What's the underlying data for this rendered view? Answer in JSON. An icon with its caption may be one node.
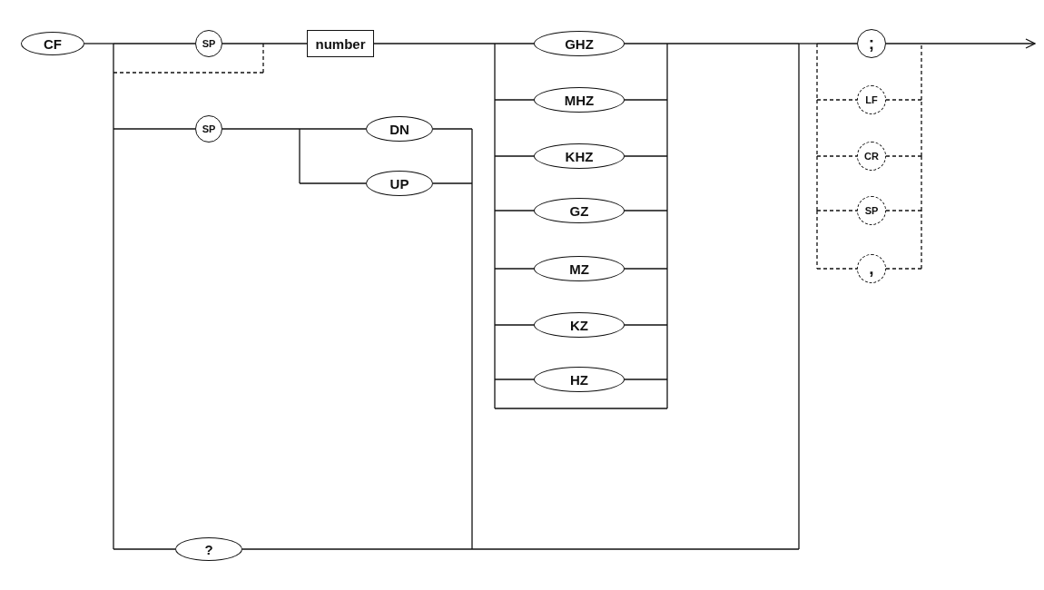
{
  "diagram": {
    "nodes": [
      {
        "text": [
          "CF"
        ]
      },
      {
        "text": [
          "SP"
        ]
      },
      {
        "text": [
          "number"
        ]
      },
      {
        "text": [
          "GHZ"
        ]
      },
      {
        "text": [
          "MHZ"
        ]
      },
      {
        "text": [
          "KHZ"
        ]
      },
      {
        "text": [
          "GZ"
        ]
      },
      {
        "text": [
          "MZ"
        ]
      },
      {
        "text": [
          "KZ"
        ]
      },
      {
        "text": [
          "HZ"
        ]
      },
      {
        "text": [
          ";"
        ]
      },
      {
        "text": [
          "LF"
        ]
      },
      {
        "text": [
          "CR"
        ]
      },
      {
        "text": [
          "SP"
        ]
      },
      {
        "text": [
          ","
        ]
      },
      {
        "text": [
          "SP"
        ]
      },
      {
        "text": [
          "DN"
        ]
      },
      {
        "text": [
          "UP"
        ]
      },
      {
        "text": [
          "?"
        ]
      }
    ],
    "edges": [
      {
        "from": 0,
        "to": 1,
        "arrow": "none"
      },
      {
        "from": 0,
        "to": 2,
        "arrow": "none",
        "style": "dashed"
      },
      {
        "from": 0,
        "to": 15,
        "arrow": "none"
      },
      {
        "from": 0,
        "to": 18,
        "arrow": "none"
      },
      {
        "from": 1,
        "to": 2,
        "arrow": "none"
      },
      {
        "from": 2,
        "to": 3,
        "arrow": "none"
      },
      {
        "from": 2,
        "to": 4,
        "arrow": "none"
      },
      {
        "from": 2,
        "to": 5,
        "arrow": "none"
      },
      {
        "from": 2,
        "to": 6,
        "arrow": "none"
      },
      {
        "from": 2,
        "to": 7,
        "arrow": "none"
      },
      {
        "from": 2,
        "to": 8,
        "arrow": "none"
      },
      {
        "from": 2,
        "to": 9,
        "arrow": "none"
      },
      {
        "from": 2,
        "to": 10,
        "arrow": "none"
      },
      {
        "from": 2,
        "to": 11,
        "arrow": "none"
      },
      {
        "from": 2,
        "to": 12,
        "arrow": "none"
      },
      {
        "from": 2,
        "to": 13,
        "arrow": "none"
      },
      {
        "from": 2,
        "to": 14,
        "arrow": "none"
      },
      {
        "from": 3,
        "to": 10,
        "arrow": "none"
      },
      {
        "from": 3,
        "to": 11,
        "arrow": "none"
      },
      {
        "from": 3,
        "to": 12,
        "arrow": "none"
      },
      {
        "from": 3,
        "to": 13,
        "arrow": "none"
      },
      {
        "from": 3,
        "to": 14,
        "arrow": "none"
      },
      {
        "from": 4,
        "to": 10,
        "arrow": "none"
      },
      {
        "from": 4,
        "to": 11,
        "arrow": "none"
      },
      {
        "from": 4,
        "to": 12,
        "arrow": "none"
      },
      {
        "from": 4,
        "to": 13,
        "arrow": "none"
      },
      {
        "from": 4,
        "to": 14,
        "arrow": "none"
      },
      {
        "from": 5,
        "to": 10,
        "arrow": "none"
      },
      {
        "from": 5,
        "to": 11,
        "arrow": "none"
      },
      {
        "from": 5,
        "to": 12,
        "arrow": "none"
      },
      {
        "from": 5,
        "to": 13,
        "arrow": "none"
      },
      {
        "from": 5,
        "to": 14,
        "arrow": "none"
      },
      {
        "from": 6,
        "to": 10,
        "arrow": "none"
      },
      {
        "from": 6,
        "to": 11,
        "arrow": "none"
      },
      {
        "from": 6,
        "to": 12,
        "arrow": "none"
      },
      {
        "from": 6,
        "to": 13,
        "arrow": "none"
      },
      {
        "from": 6,
        "to": 14,
        "arrow": "none"
      },
      {
        "from": 7,
        "to": 10,
        "arrow": "none"
      },
      {
        "from": 7,
        "to": 11,
        "arrow": "none"
      },
      {
        "from": 7,
        "to": 12,
        "arrow": "none"
      },
      {
        "from": 7,
        "to": 13,
        "arrow": "none"
      },
      {
        "from": 7,
        "to": 14,
        "arrow": "none"
      },
      {
        "from": 8,
        "to": 10,
        "arrow": "none"
      },
      {
        "from": 8,
        "to": 11,
        "arrow": "none"
      },
      {
        "from": 8,
        "to": 12,
        "arrow": "none"
      },
      {
        "from": 8,
        "to": 13,
        "arrow": "none"
      },
      {
        "from": 8,
        "to": 14,
        "arrow": "none"
      },
      {
        "from": 9,
        "to": 10,
        "arrow": "none"
      },
      {
        "from": 9,
        "to": 11,
        "arrow": "none"
      },
      {
        "from": 9,
        "to": 12,
        "arrow": "none"
      },
      {
        "from": 9,
        "to": 13,
        "arrow": "none"
      },
      {
        "from": 9,
        "to": 14,
        "arrow": "none"
      },
      {
        "from": 15,
        "to": 16,
        "arrow": "none"
      },
      {
        "from": 15,
        "to": 17,
        "arrow": "none"
      },
      {
        "from": 16,
        "to": 10,
        "arrow": "none"
      },
      {
        "from": 16,
        "to": 11,
        "arrow": "none"
      },
      {
        "from": 16,
        "to": 12,
        "arrow": "none"
      },
      {
        "from": 16,
        "to": 13,
        "arrow": "none"
      },
      {
        "from": 16,
        "to": 14,
        "arrow": "none"
      },
      {
        "from": 17,
        "to": 10,
        "arrow": "none"
      },
      {
        "from": 17,
        "to": 11,
        "arrow": "none"
      },
      {
        "from": 17,
        "to": 12,
        "arrow": "none"
      },
      {
        "from": 17,
        "to": 13,
        "arrow": "none"
      },
      {
        "from": 17,
        "to": 14,
        "arrow": "none"
      },
      {
        "from": 18,
        "to": 10,
        "arrow": "none"
      },
      {
        "from": 18,
        "to": 11,
        "arrow": "none"
      },
      {
        "from": 18,
        "to": 12,
        "arrow": "none"
      },
      {
        "from": 18,
        "to": 13,
        "arrow": "none"
      },
      {
        "from": 18,
        "to": 14,
        "arrow": "none"
      },
      {
        "from": 10,
        "to": null,
        "arrow": "to"
      },
      {
        "from": 11,
        "to": null,
        "arrow": "to"
      },
      {
        "from": 12,
        "to": null,
        "arrow": "to"
      },
      {
        "from": 13,
        "to": null,
        "arrow": "to"
      },
      {
        "from": 14,
        "to": null,
        "arrow": "to"
      }
    ]
  }
}
